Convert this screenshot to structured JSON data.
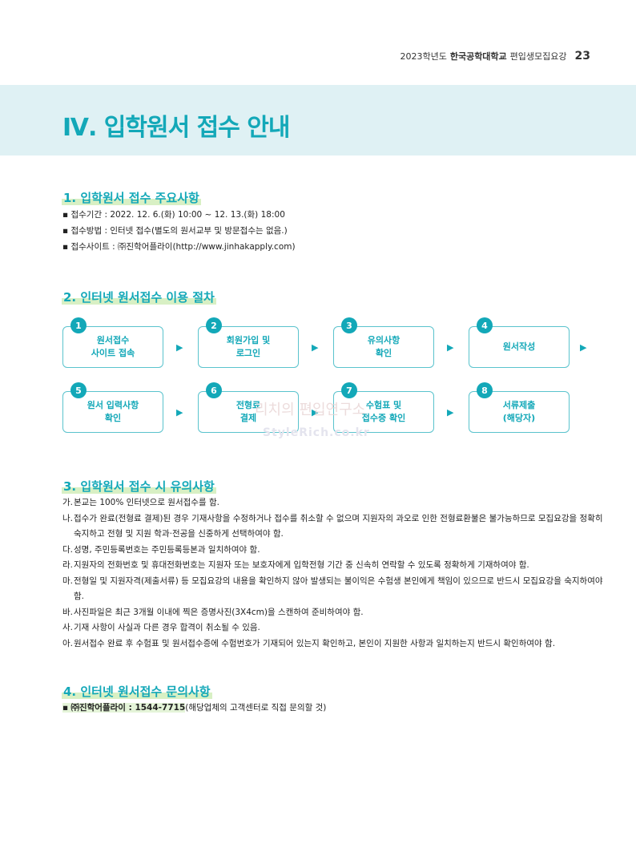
{
  "header": {
    "year": "2023학년도",
    "school": "한국공학대학교",
    "doc": "편입생모집요강",
    "page": "23"
  },
  "chapter_title": "Ⅳ. 입학원서 접수 안내",
  "sec1": {
    "title": "1. 입학원서 접수 주요사항",
    "items": [
      "접수기간 : 2022. 12. 6.(화) 10:00 ~ 12. 13.(화) 18:00",
      "접수방법 : 인터넷 접수(별도의 원서교부 및 방문접수는 없음.)",
      "접수사이트 : ㈜진학어플라이(http://www.jinhakapply.com)"
    ]
  },
  "sec2": {
    "title": "2. 인터넷 원서접수 이용 절차",
    "steps": [
      {
        "num": "1",
        "label": "원서접수\n사이트 접속"
      },
      {
        "num": "2",
        "label": "회원가입 및\n로그인"
      },
      {
        "num": "3",
        "label": "유의사항\n확인"
      },
      {
        "num": "4",
        "label": "원서작성"
      },
      {
        "num": "5",
        "label": "원서 입력사항\n확인"
      },
      {
        "num": "6",
        "label": "전형료\n결제"
      },
      {
        "num": "7",
        "label": "수험표 및\n접수증 확인"
      },
      {
        "num": "8",
        "label": "서류제출\n(해당자)"
      }
    ],
    "arrow": "▶"
  },
  "sec3": {
    "title": "3. 입학원서 접수 시 유의사항",
    "notes": [
      {
        "mk": "가.",
        "text": "본교는 100% 인터넷으로 원서접수를 함."
      },
      {
        "mk": "나.",
        "text": "접수가 완료(전형료 결제)된 경우 기재사항을 수정하거나 접수를 취소할 수 없으며 지원자의 과오로 인한 전형료환불은 불가능하므로 모집요강을 정확히 숙지하고 전형 및 지원 학과·전공을 신중하게 선택하여야 함."
      },
      {
        "mk": "다.",
        "text": "성명, 주민등록번호는 주민등록등본과 일치하여야 함."
      },
      {
        "mk": "라.",
        "text": "지원자의 전화번호 및 휴대전화번호는 지원자 또는 보호자에게 입학전형 기간 중 신속히 연락할 수 있도록 정확하게 기재하여야 함."
      },
      {
        "mk": "마.",
        "text": "전형일 및 지원자격(제출서류) 등 모집요강의 내용을 확인하지 않아 발생되는 불이익은 수험생 본인에게 책임이 있으므로 반드시 모집요강을 숙지하여야 함."
      },
      {
        "mk": "바.",
        "text": "사진파일은 최근 3개월 이내에 찍은 증명사진(3X4cm)을 스캔하여 준비하여야 함."
      },
      {
        "mk": "사.",
        "text": "기재 사항이 사실과 다른 경우 합격이 취소될 수 있음."
      },
      {
        "mk": "아.",
        "text": "원서접수 완료 후 수험표 및 원서접수증에 수험번호가 기재되어 있는지 확인하고, 본인이 지원한 사항과 일치하는지 반드시 확인하여야 함."
      }
    ]
  },
  "sec4": {
    "title": "4. 인터넷 원서접수 문의사항",
    "contact_name": "㈜진학어플라이 : 1544-7715",
    "contact_note": "(해당업체의 고객센터로 직접 문의할 것)"
  },
  "watermark": {
    "line1": "리치의 편입연구소",
    "line2": "StyleRich.co.kr"
  }
}
